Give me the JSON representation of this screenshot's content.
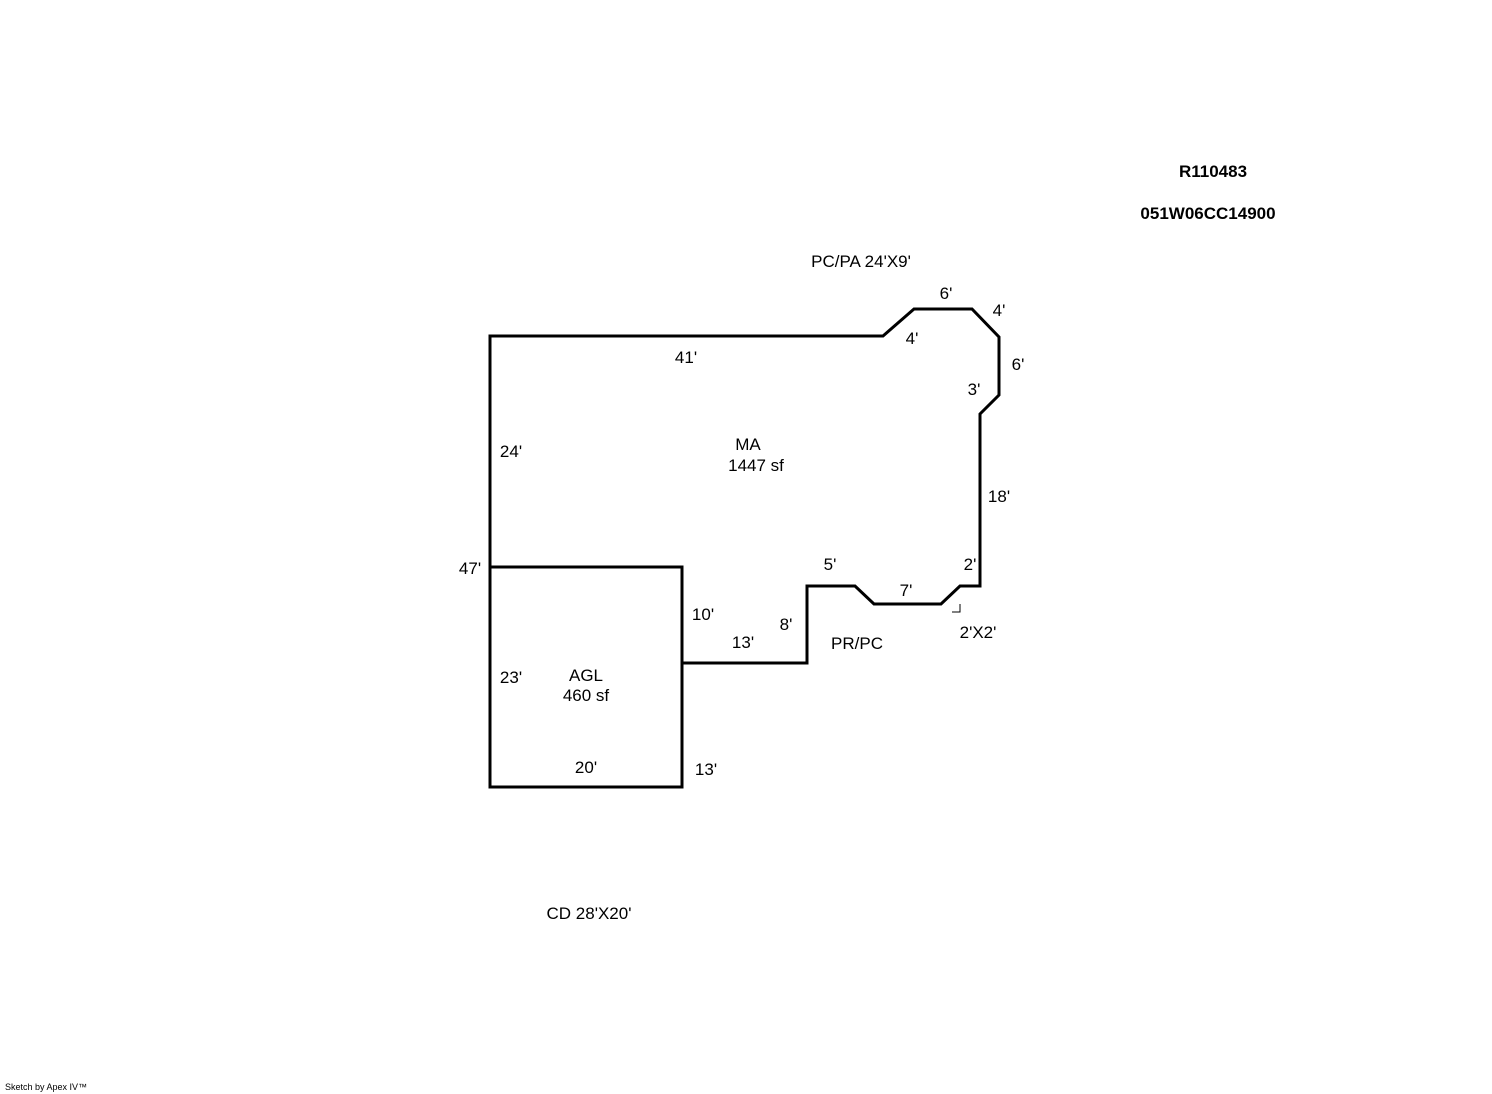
{
  "header": {
    "parcel_id": "R110483",
    "map_tax_lot": "051W06CC14900"
  },
  "areas": {
    "main": {
      "code": "MA",
      "area": "1447 sf"
    },
    "garage": {
      "code": "AGL",
      "area": "460 sf"
    }
  },
  "attachments": {
    "porch_top": "PC/PA 24'X9'",
    "porch_front": "PR/PC",
    "corner": "2'X2'",
    "deck": "CD 28'X20'"
  },
  "dimensions": {
    "d41": "41'",
    "d4a": "4'",
    "d6a": "6'",
    "d4b": "4'",
    "d6b": "6'",
    "d3": "3'",
    "d18": "18'",
    "d2": "2'",
    "d7": "7'",
    "d5": "5'",
    "d8": "8'",
    "d13a": "13'",
    "d10": "10'",
    "d24": "24'",
    "d47": "47'",
    "d23": "23'",
    "d20": "20'",
    "d13b": "13'"
  },
  "footer": {
    "credit": "Sketch by Apex IV™"
  }
}
